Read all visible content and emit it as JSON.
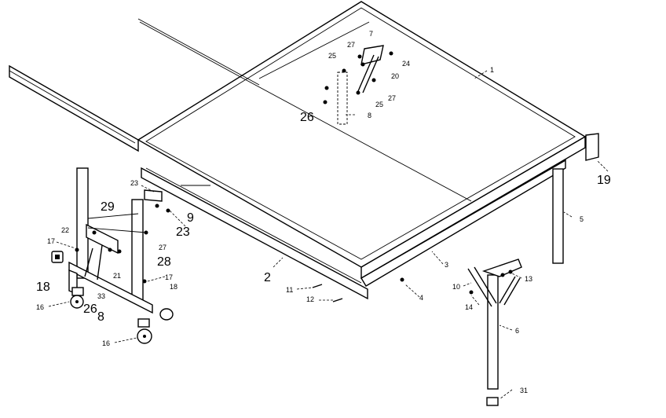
{
  "callouts": [
    {
      "id": "c1",
      "text": "1"
    },
    {
      "id": "c2",
      "text": "2"
    },
    {
      "id": "c3",
      "text": "3"
    },
    {
      "id": "c4",
      "text": "4"
    },
    {
      "id": "c5",
      "text": "5"
    },
    {
      "id": "c6",
      "text": "6"
    },
    {
      "id": "c7",
      "text": "7"
    },
    {
      "id": "c8a",
      "text": "8"
    },
    {
      "id": "c8b",
      "text": "8"
    },
    {
      "id": "c9",
      "text": "9"
    },
    {
      "id": "c10",
      "text": "10"
    },
    {
      "id": "c11",
      "text": "11"
    },
    {
      "id": "c12",
      "text": "12"
    },
    {
      "id": "c13",
      "text": "13"
    },
    {
      "id": "c14",
      "text": "14"
    },
    {
      "id": "c16a",
      "text": "16"
    },
    {
      "id": "c16b",
      "text": "16"
    },
    {
      "id": "c17a",
      "text": "17"
    },
    {
      "id": "c17b",
      "text": "17"
    },
    {
      "id": "c18a",
      "text": "18"
    },
    {
      "id": "c18b",
      "text": "18"
    },
    {
      "id": "c19",
      "text": "19"
    },
    {
      "id": "c20",
      "text": "20"
    },
    {
      "id": "c21",
      "text": "21"
    },
    {
      "id": "c22",
      "text": "22"
    },
    {
      "id": "c23a",
      "text": "23"
    },
    {
      "id": "c23b",
      "text": "23"
    },
    {
      "id": "c24",
      "text": "24"
    },
    {
      "id": "c25a",
      "text": "25"
    },
    {
      "id": "c25b",
      "text": "25"
    },
    {
      "id": "c26a",
      "text": "26"
    },
    {
      "id": "c26b",
      "text": "26"
    },
    {
      "id": "c27a",
      "text": "27"
    },
    {
      "id": "c27b",
      "text": "27"
    },
    {
      "id": "c27c",
      "text": "27"
    },
    {
      "id": "c28",
      "text": "28"
    },
    {
      "id": "c29",
      "text": "29"
    },
    {
      "id": "c31",
      "text": "31"
    },
    {
      "id": "c33",
      "text": "33"
    }
  ],
  "colors": {
    "line": "#000000",
    "background": "#ffffff"
  }
}
